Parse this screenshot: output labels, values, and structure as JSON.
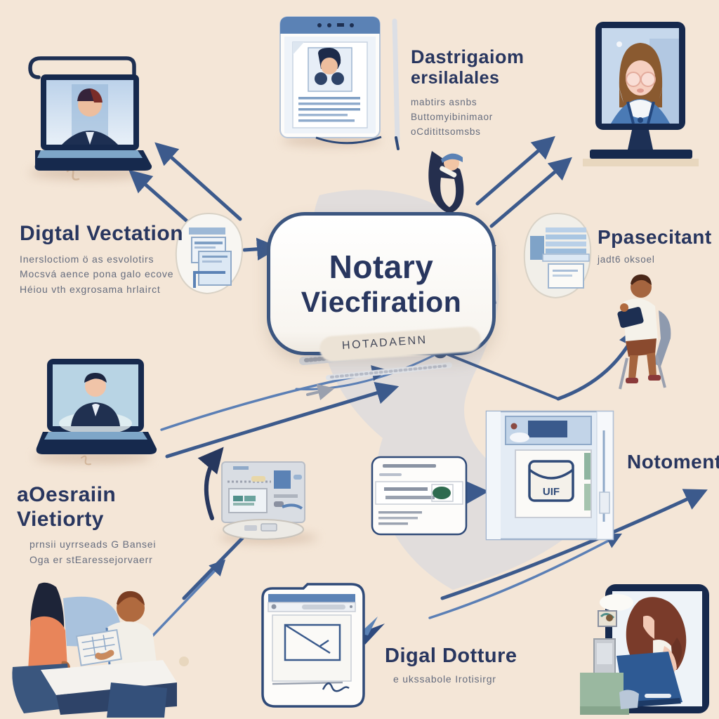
{
  "colors": {
    "background": "#f4e6d7",
    "navy": "#1d2f52",
    "heading_navy": "#28365f",
    "accent_blue": "#5b82b5",
    "arrow_blue": "#3c5a8c",
    "light_blue": "#c6d8ec",
    "stamp_green": "#2e6b4f",
    "desk_green": "#9ab8a0"
  },
  "center_bubble": {
    "title_line1": "Notary",
    "title_line2": "Viecfiration",
    "handwritten_tag": "HOTADAENN"
  },
  "nodes": {
    "top_center": {
      "title_line1": "Dastrigaiom",
      "title_line2": "ersilalales",
      "sub_lines": [
        "mabtirs asnbs",
        "Buttomyibinimaor",
        "oCditittsomsbs"
      ]
    },
    "left": {
      "title": "Digtal Vectation",
      "sub_lines": [
        "Inersloctiom ö as esvolotirs",
        "Mocsvá aence pona galo ecove",
        "Héiou vth exgrosama hrlairct"
      ]
    },
    "right": {
      "title": "Ppasecitant",
      "sub_lines": [
        "jadt6 oksoel"
      ]
    },
    "mid_left": {
      "title": "aOesraiin Vietiorty",
      "sub_lines": [
        "prnsii uyrrseads G Bansei",
        "Oga er stEaressejorvaerr"
      ]
    },
    "mid_right": {
      "title": "Notoment"
    },
    "bottom_center": {
      "title": "Digal Dotture",
      "sub_lines": [
        "e ukssabole Irotisirgr"
      ]
    }
  },
  "envelope_panel": {
    "stamp_text": "UIF"
  },
  "illustrations": {
    "top_left": "laptop-video-call-man",
    "top_center": "browser-id-document",
    "top_right": "monitor-video-call-woman",
    "center_top": "notary-clerk-figure",
    "left_circle": "documents-magnified-circle",
    "right_circle": "document-stack-circle",
    "mid_left": "laptop-video-call-businessman",
    "right_person": "seated-applicant",
    "kiosk": "verification-kiosk",
    "stamp_card": "stamped-certificate-card",
    "envelope_box": "sealed-envelope-panel",
    "bottom_left": "notary-consultation-people",
    "bottom_browser": "browser-envelope-signature",
    "bottom_right": "woman-at-workstation"
  }
}
